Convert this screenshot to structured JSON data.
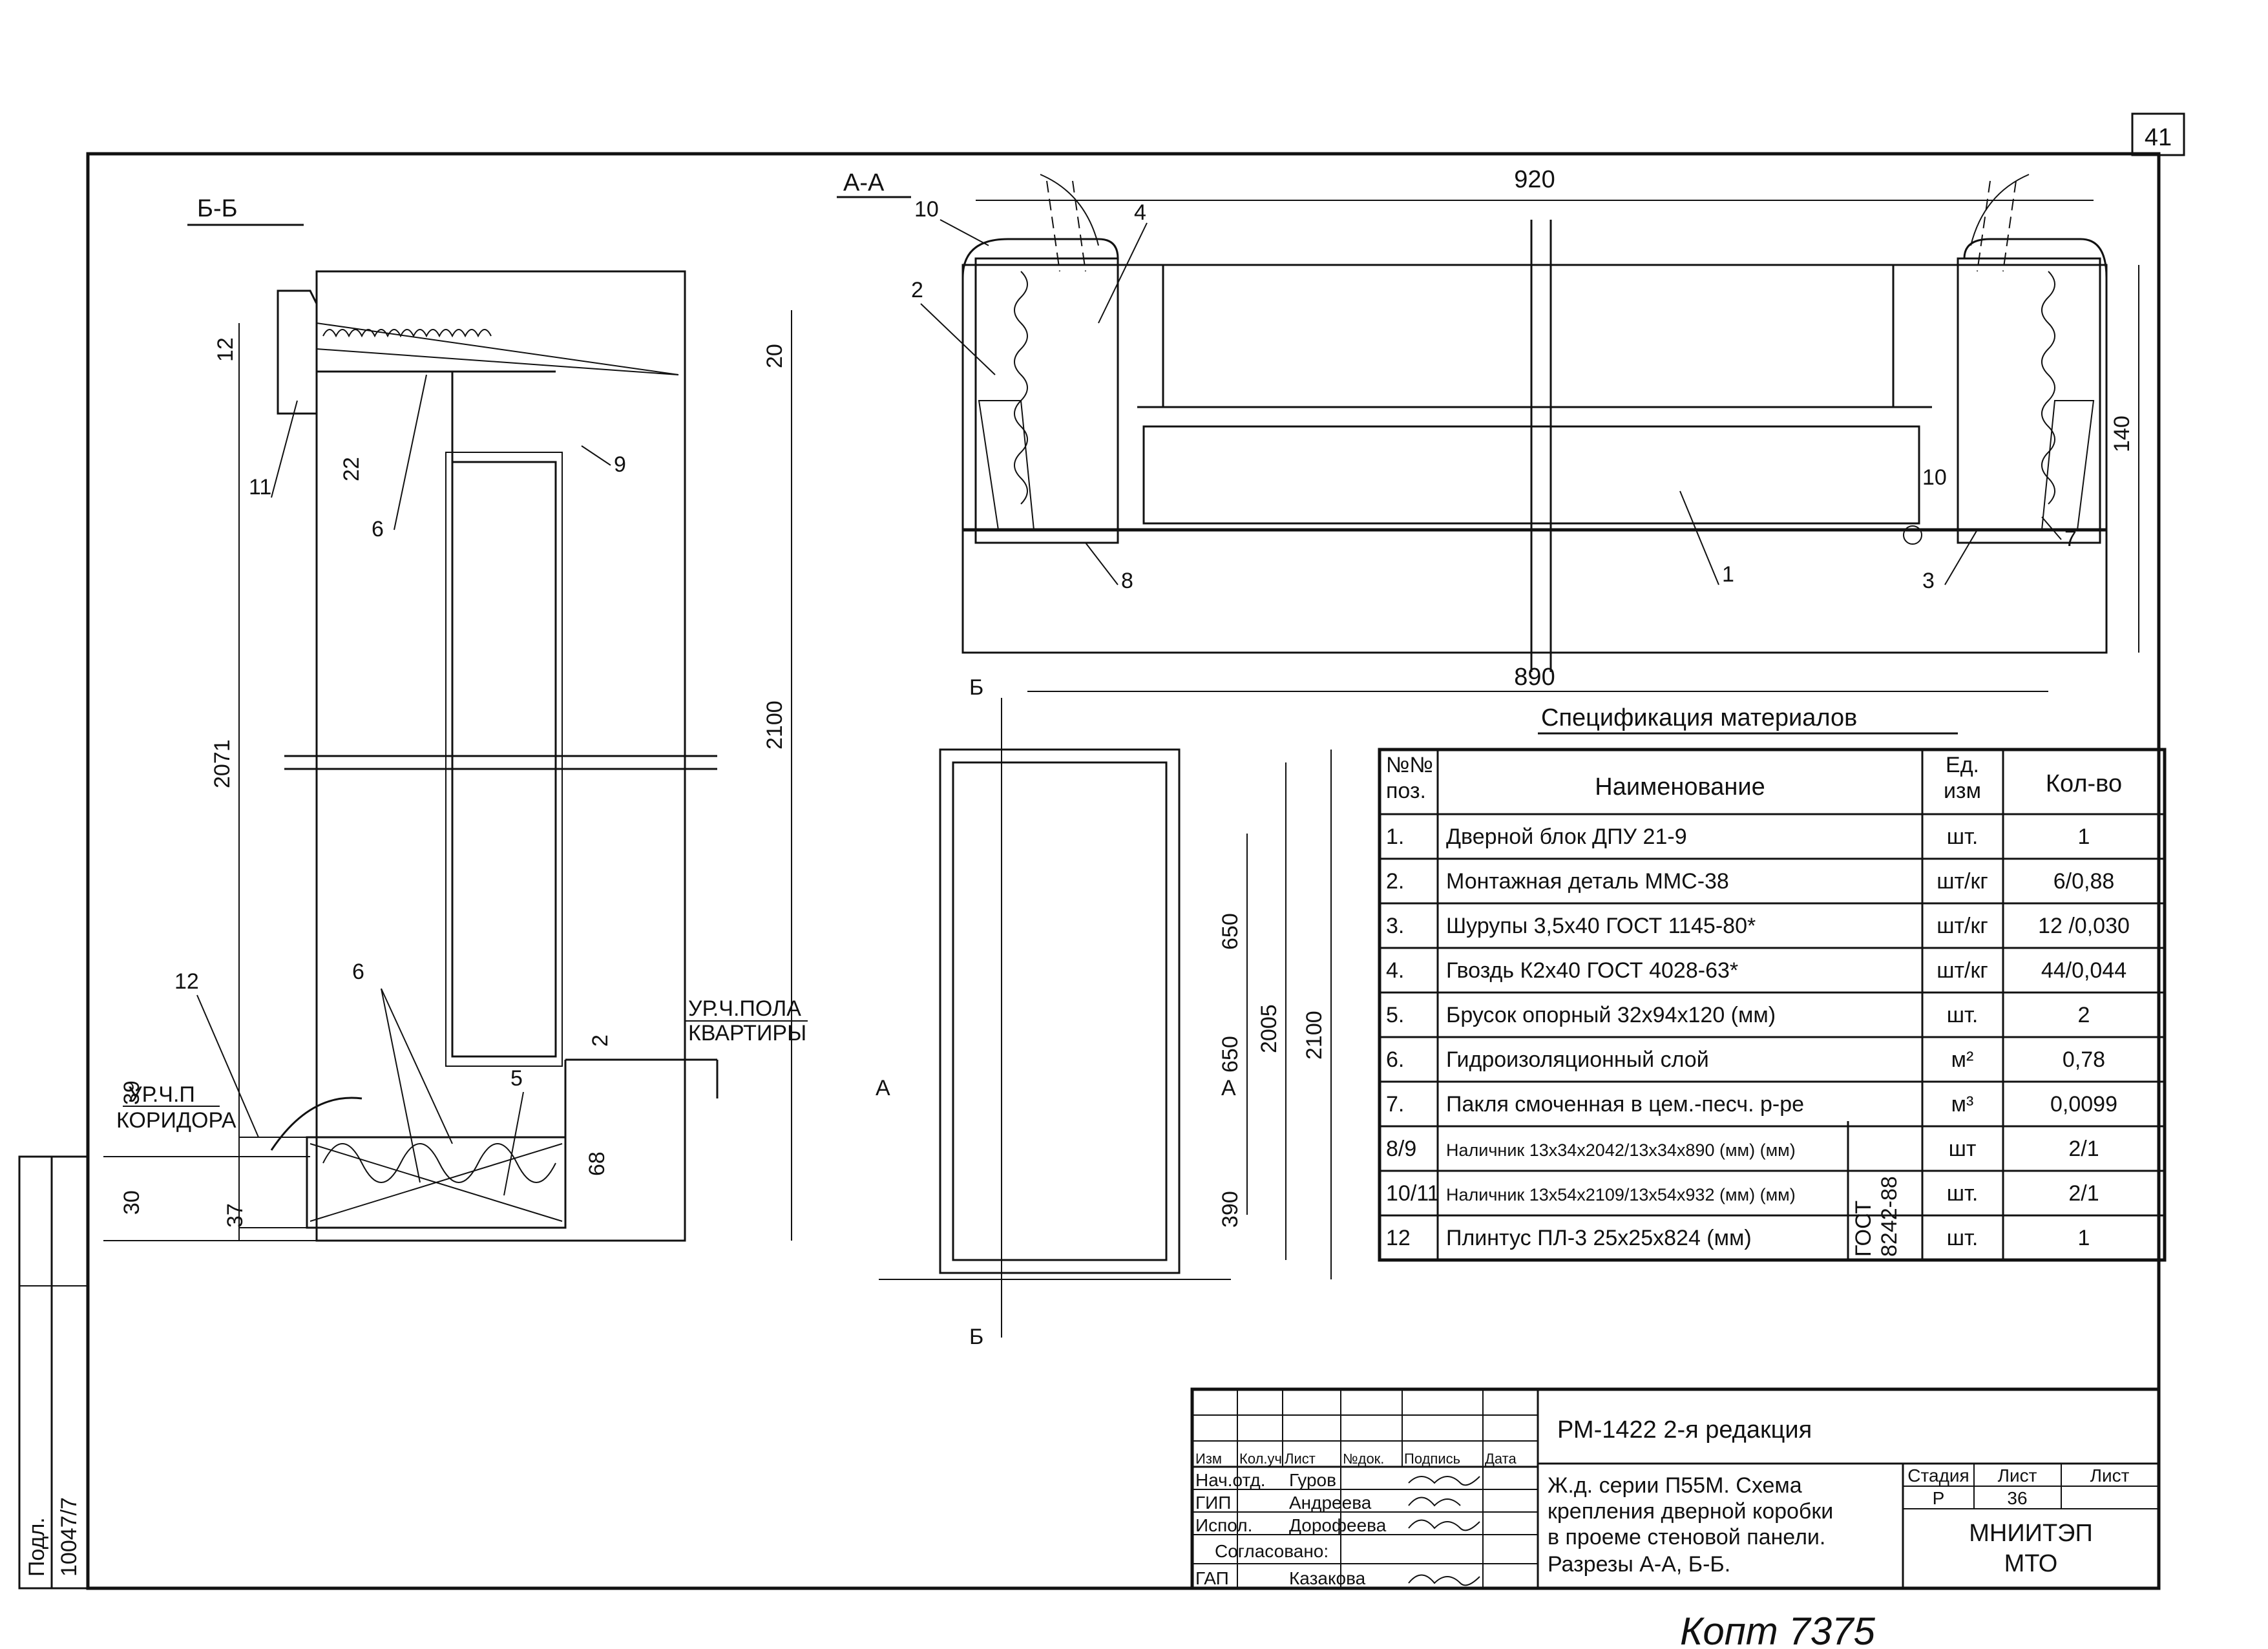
{
  "sheet": {
    "number": "41"
  },
  "side_stamp": {
    "label": "Подл.",
    "number": "10047/7"
  },
  "section_bb": {
    "title": "Б-Б",
    "dims": {
      "d2071": "2071",
      "d2100": "2100",
      "d12": "12",
      "d20": "20",
      "d22": "22",
      "d39": "39",
      "d30": "30",
      "d37": "37",
      "d2": "2",
      "d68": "68"
    },
    "level_corridor_1": "УР.Ч.П",
    "level_corridor_2": "КОРИДОРА",
    "level_apartment_1": "УР.Ч.ПОЛА",
    "level_apartment_2": "КВАРТИРЫ",
    "callouts": {
      "c11": "11",
      "c6a": "6",
      "c9": "9",
      "c12": "12",
      "c6b": "6",
      "c5": "5"
    }
  },
  "section_aa": {
    "title": "А-А",
    "dims": {
      "d920": "920",
      "d890": "890",
      "d140": "140"
    },
    "callouts": {
      "c10a": "10",
      "c4": "4",
      "c2": "2",
      "c8": "8",
      "c1": "1",
      "c3": "3",
      "c10b": "10",
      "c7": "7"
    }
  },
  "elevation": {
    "cut_b_top": "Б",
    "cut_b_bottom": "Б",
    "cut_a_left": "А",
    "cut_a_right": "А",
    "dims": {
      "d650a": "650",
      "d650b": "650",
      "d390": "390",
      "d2005": "2005",
      "d2100": "2100"
    }
  },
  "spec": {
    "title": "Спецификация материалов",
    "headers": {
      "pos_1": "№№",
      "pos_2": "поз.",
      "name": "Наименование",
      "unit_1": "Ед.",
      "unit_2": "изм",
      "qty": "Кол-во"
    },
    "rows": [
      {
        "pos": "1.",
        "name": "Дверной блок ДПУ 21-9",
        "unit": "шт.",
        "qty": "1"
      },
      {
        "pos": "2.",
        "name": "Монтажная деталь ММС-38",
        "unit": "шт/кг",
        "qty": "6/0,88"
      },
      {
        "pos": "3.",
        "name": "Шурупы 3,5х40 ГОСТ 1145-80*",
        "unit": "шт/кг",
        "qty": "12 /0,030"
      },
      {
        "pos": "4.",
        "name": "Гвоздь К2х40 ГОСТ 4028-63*",
        "unit": "шт/кг",
        "qty": "44/0,044"
      },
      {
        "pos": "5.",
        "name": "Брусок опорный 32х94х120 (мм)",
        "unit": "шт.",
        "qty": "2"
      },
      {
        "pos": "6.",
        "name": "Гидроизоляционный слой",
        "unit": "м²",
        "qty": "0,78"
      },
      {
        "pos": "7.",
        "name": "Пакля смоченная в цем.-песч. р-ре",
        "unit": "м³",
        "qty": "0,0099"
      },
      {
        "pos": "8/9",
        "name": "Наличник 13х34х2042/13х34х890 (мм) (мм)",
        "unit": "шт",
        "qty": "2/1"
      },
      {
        "pos": "10/11",
        "name": "Наличник 13х54х2109/13х54х932 (мм) (мм)",
        "unit": "шт.",
        "qty": "2/1"
      },
      {
        "pos": "12",
        "name": "Плинтус ПЛ-3 25х25х824 (мм)",
        "unit": "шт.",
        "qty": "1"
      }
    ],
    "gost_note_1": "ГОСТ",
    "gost_note_2": "8242-88"
  },
  "title_block": {
    "cols": {
      "izm": "Изм",
      "koluch": "Кол.уч",
      "list": "Лист",
      "ndok": "№док.",
      "podpis": "Подпись",
      "data": "Дата"
    },
    "signers": [
      {
        "role": "Нач.отд.",
        "name": "Гуров"
      },
      {
        "role": "ГИП",
        "name": "Андреева"
      },
      {
        "role": "Испол.",
        "name": "Дорофеева"
      },
      {
        "role": "ГАП",
        "name": "Казакова"
      }
    ],
    "agreed": "Согласовано:",
    "project": "РМ-1422 2-я редакция",
    "description": [
      "Ж.д. серии П55М. Схема",
      "крепления дверной коробки",
      "в проеме стеновой панели.",
      "Разрезы А-А, Б-Б."
    ],
    "stage_label": "Стадия",
    "sheet_label": "Лист",
    "sheets_label": "Лист",
    "stage_value": "Р",
    "sheet_value": "36",
    "organization": [
      "МНИИТЭП",
      "МТО"
    ]
  },
  "footer_note": "Копт 7375"
}
